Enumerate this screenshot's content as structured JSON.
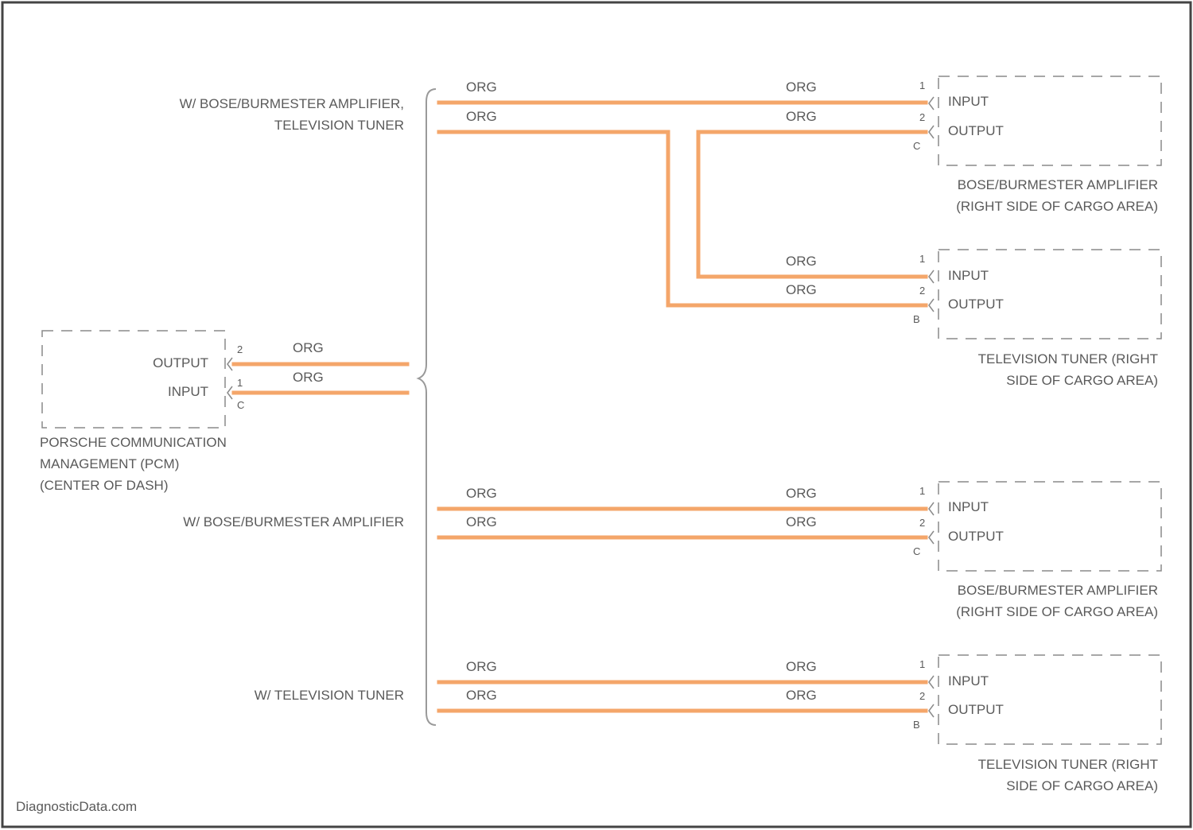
{
  "watermark": "DiagnosticData.com",
  "wire_color_code": "ORG",
  "branch_labels": {
    "branch_1_line1": "W/ BOSE/BURMESTER AMPLIFIER,",
    "branch_1_line2": "TELEVISION TUNER",
    "branch_2": "W/ BOSE/BURMESTER AMPLIFIER",
    "branch_3": "W/ TELEVISION TUNER"
  },
  "pcm": {
    "name_line1": "PORSCHE COMMUNICATION",
    "name_line2": "MANAGEMENT (PCM)",
    "name_line3": "(CENTER OF DASH)",
    "pin_output_label": "OUTPUT",
    "pin_input_label": "INPUT",
    "pin_output_number": "2",
    "pin_input_number": "1",
    "connector_id": "C"
  },
  "components": [
    {
      "input_label": "INPUT",
      "output_label": "OUTPUT",
      "pin_in": "1",
      "pin_out": "2",
      "connector": "C",
      "name_line1": "BOSE/BURMESTER AMPLIFIER",
      "name_line2": "(RIGHT SIDE OF CARGO AREA)"
    },
    {
      "input_label": "INPUT",
      "output_label": "OUTPUT",
      "pin_in": "1",
      "pin_out": "2",
      "connector": "B",
      "name_line1": "TELEVISION TUNER (RIGHT",
      "name_line2": "SIDE OF CARGO AREA)"
    },
    {
      "input_label": "INPUT",
      "output_label": "OUTPUT",
      "pin_in": "1",
      "pin_out": "2",
      "connector": "C",
      "name_line1": "BOSE/BURMESTER AMPLIFIER",
      "name_line2": "(RIGHT SIDE OF CARGO AREA)"
    },
    {
      "input_label": "INPUT",
      "output_label": "OUTPUT",
      "pin_in": "1",
      "pin_out": "2",
      "connector": "B",
      "name_line1": "TELEVISION TUNER (RIGHT",
      "name_line2": "SIDE OF CARGO AREA)"
    }
  ]
}
